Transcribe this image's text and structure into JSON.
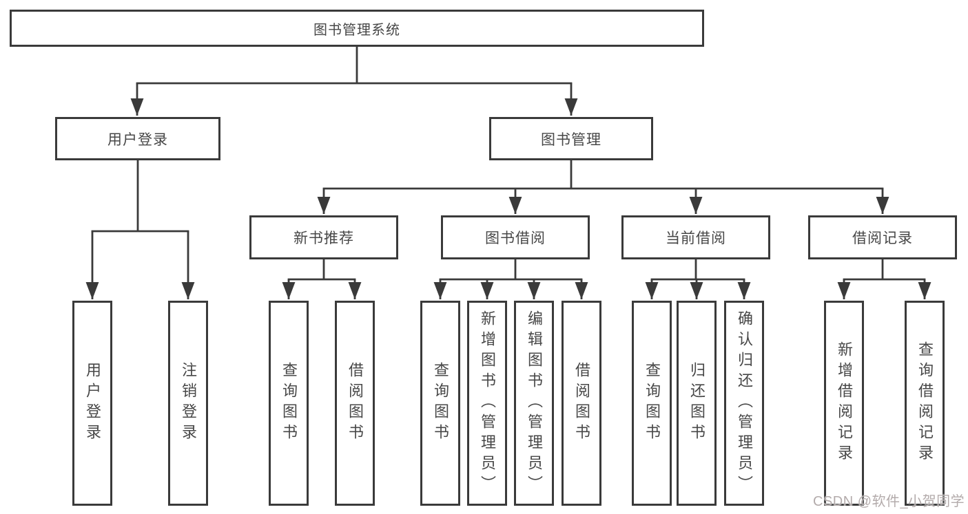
{
  "tree": {
    "label": "图书管理系统",
    "children": [
      {
        "label": "用户登录",
        "children": [
          {
            "label": "用户登录"
          },
          {
            "label": "注销登录"
          }
        ]
      },
      {
        "label": "图书管理",
        "children": [
          {
            "label": "新书推荐",
            "children": [
              {
                "label": "查询图书"
              },
              {
                "label": "借阅图书"
              }
            ]
          },
          {
            "label": "图书借阅",
            "children": [
              {
                "label": "查询图书"
              },
              {
                "label": "新增图书（管理员）"
              },
              {
                "label": "编辑图书（管理员）"
              },
              {
                "label": "借阅图书"
              }
            ]
          },
          {
            "label": "当前借阅",
            "children": [
              {
                "label": "查询图书"
              },
              {
                "label": "归还图书"
              },
              {
                "label": "确认归还（管理员）"
              }
            ]
          },
          {
            "label": "借阅记录",
            "children": [
              {
                "label": "新增借阅记录"
              },
              {
                "label": "查询借阅记录"
              }
            ]
          }
        ]
      }
    ]
  },
  "watermark": "CSDN @软件_小贺同学",
  "colors": {
    "line": "#3a3a3a",
    "text": "#474747",
    "watermark": "#b3abab",
    "background": "#ffffff"
  }
}
